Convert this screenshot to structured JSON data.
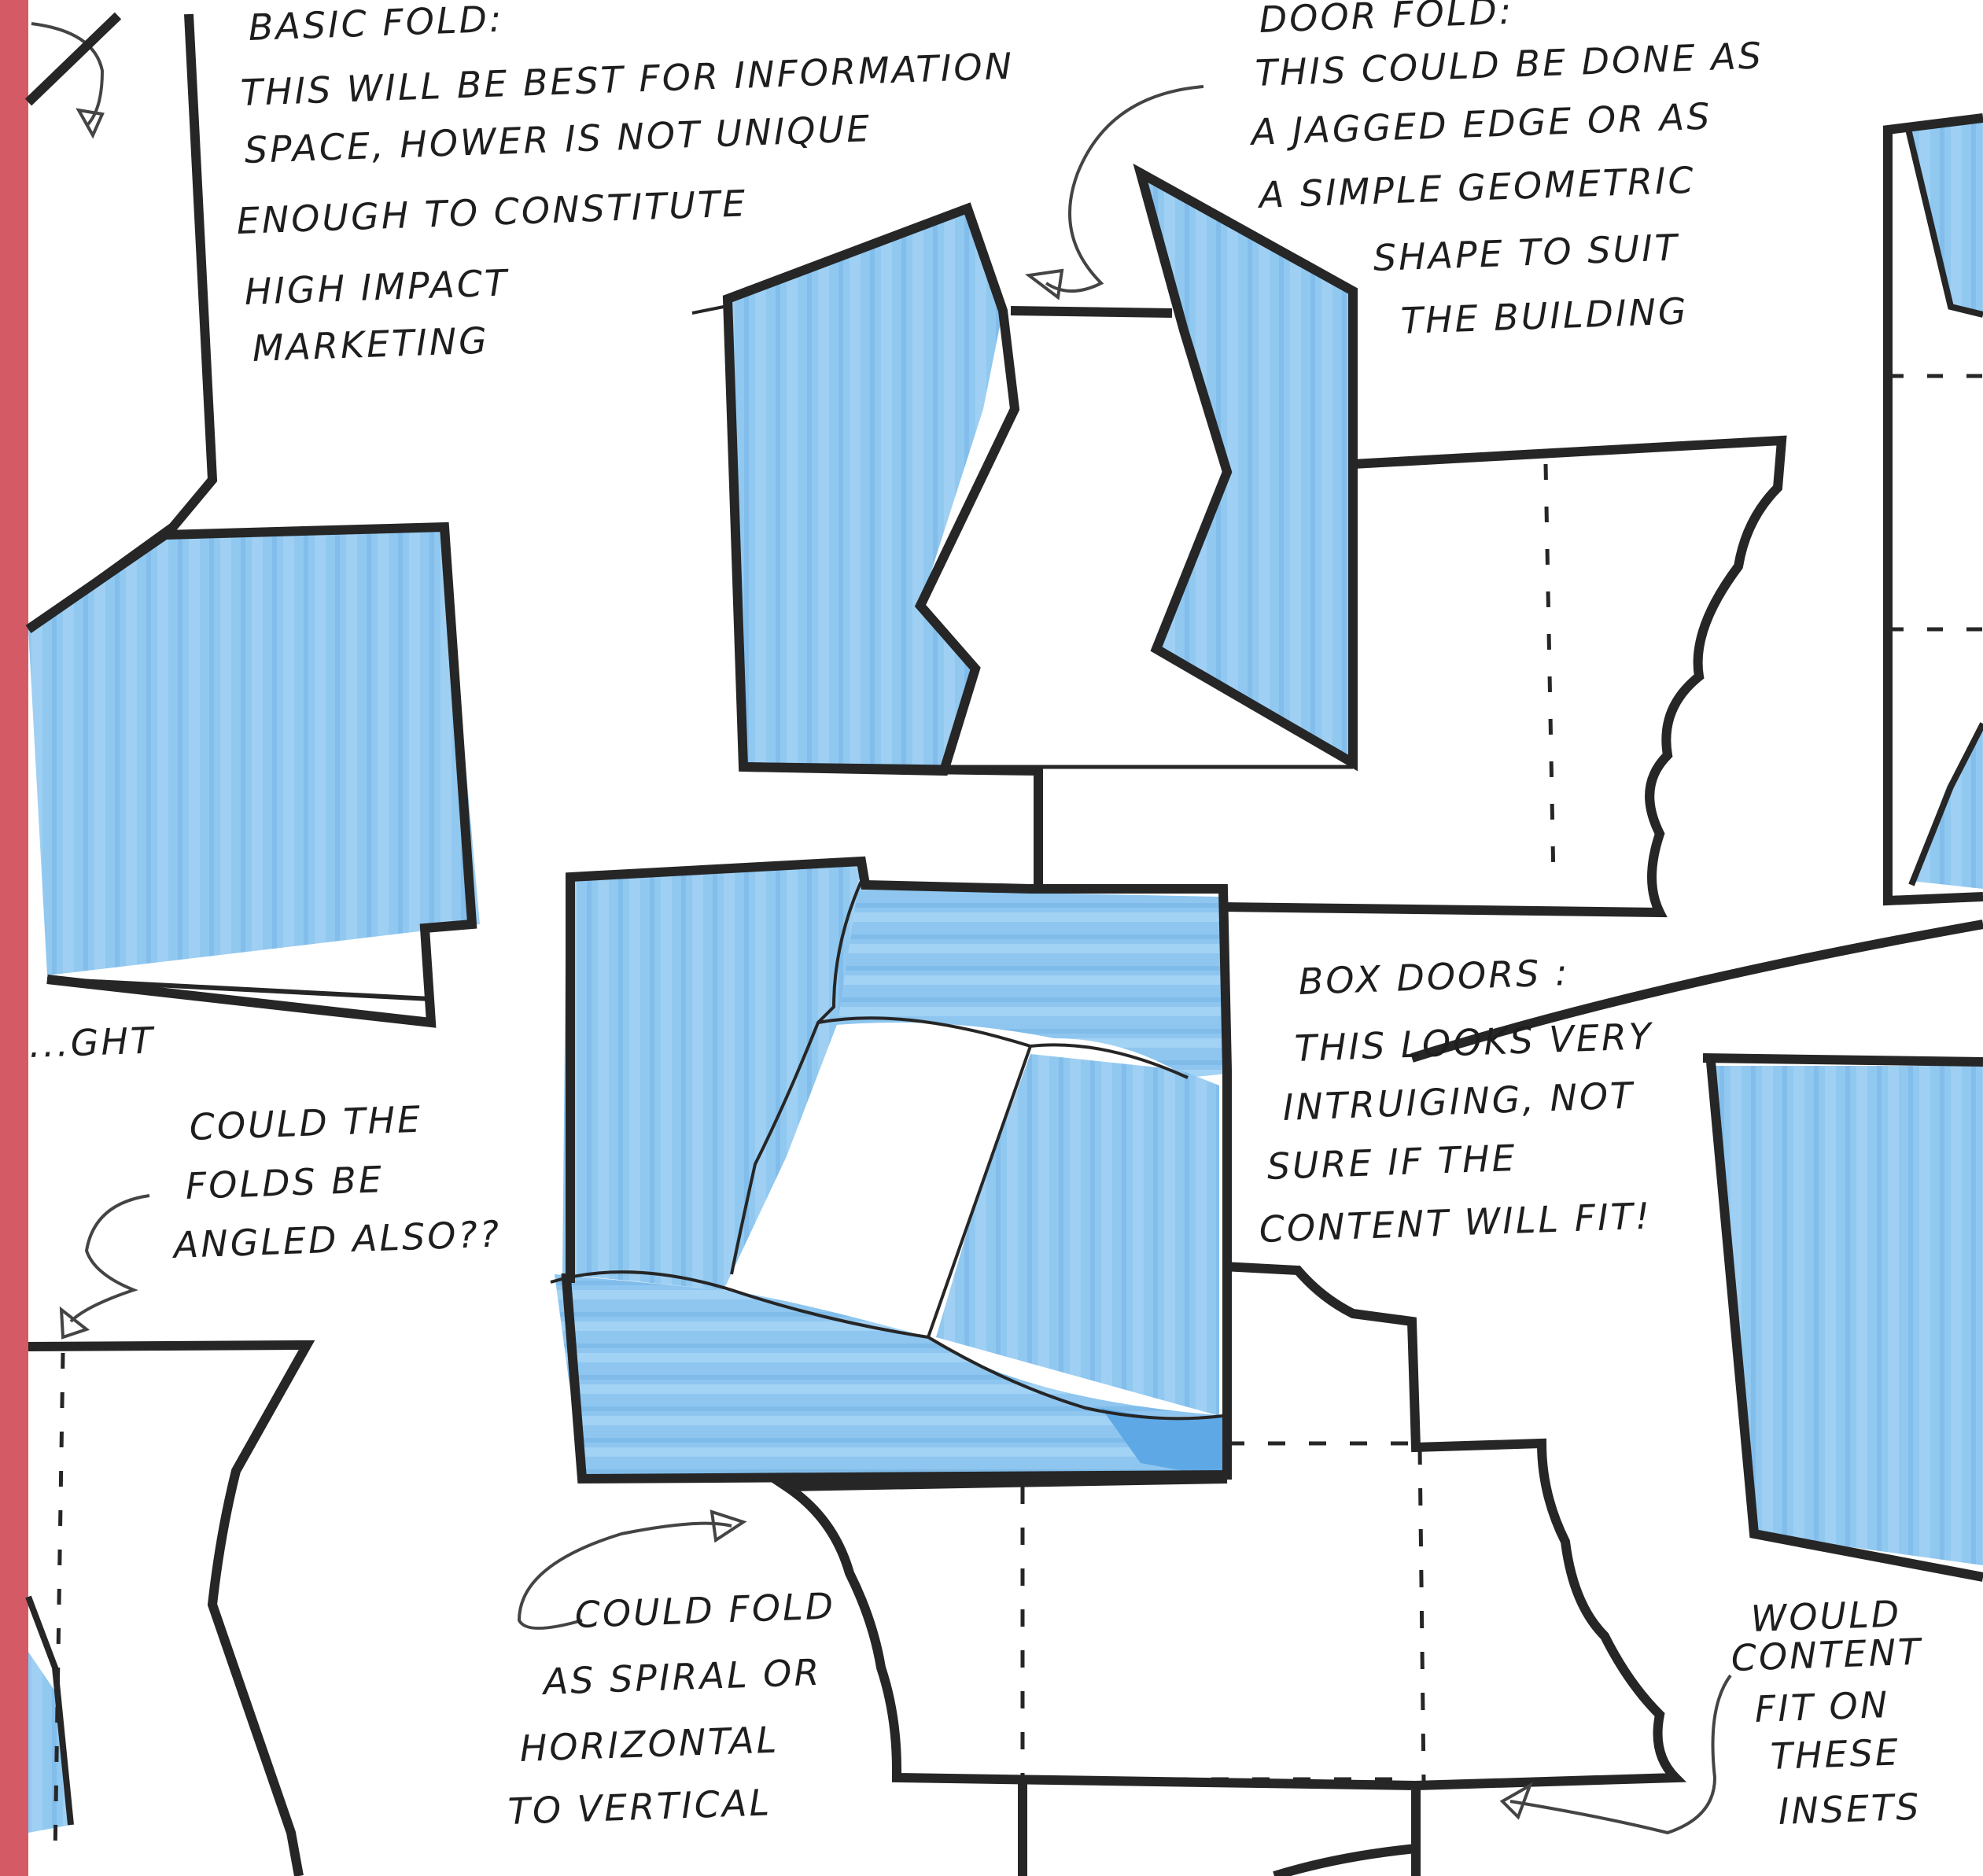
{
  "colors": {
    "margin": "#d45b66",
    "marker_blue": "#90c8f0",
    "marker_blue_dark": "#5ea8e6",
    "ink": "#262626"
  },
  "notes": {
    "basic_fold": [
      "BASIC FOLD:",
      "THIS WILL BE BEST FOR INFORMATION",
      "SPACE, HOWER IS NOT UNIQUE",
      "ENOUGH TO CONSTITUTE",
      "HIGH IMPACT",
      "MARKETING"
    ],
    "door_fold": [
      "DOOR FOLD:",
      "THIS COULD BE DONE AS",
      "A JAGGED EDGE OR AS",
      "A SIMPLE GEOMETRIC",
      "SHAPE TO SUIT",
      "THE BUILDING"
    ],
    "box_doors": [
      "BOX DOORS :",
      "THIS LOOKS VERY",
      "INTRUIGING, NOT",
      "SURE IF THE",
      "CONTENT WILL FIT!"
    ],
    "angled_folds": [
      "COULD THE",
      "FOLDS BE",
      "ANGLED ALSO??"
    ],
    "spiral_fold": [
      "COULD FOLD",
      "AS SPIRAL OR",
      "HORIZONTAL",
      "TO VERTICAL"
    ],
    "insets": [
      "WOULD",
      "CONTENT",
      "FIT ON",
      "THESE",
      "INSETS"
    ],
    "cut_off_left": "...GHT"
  }
}
